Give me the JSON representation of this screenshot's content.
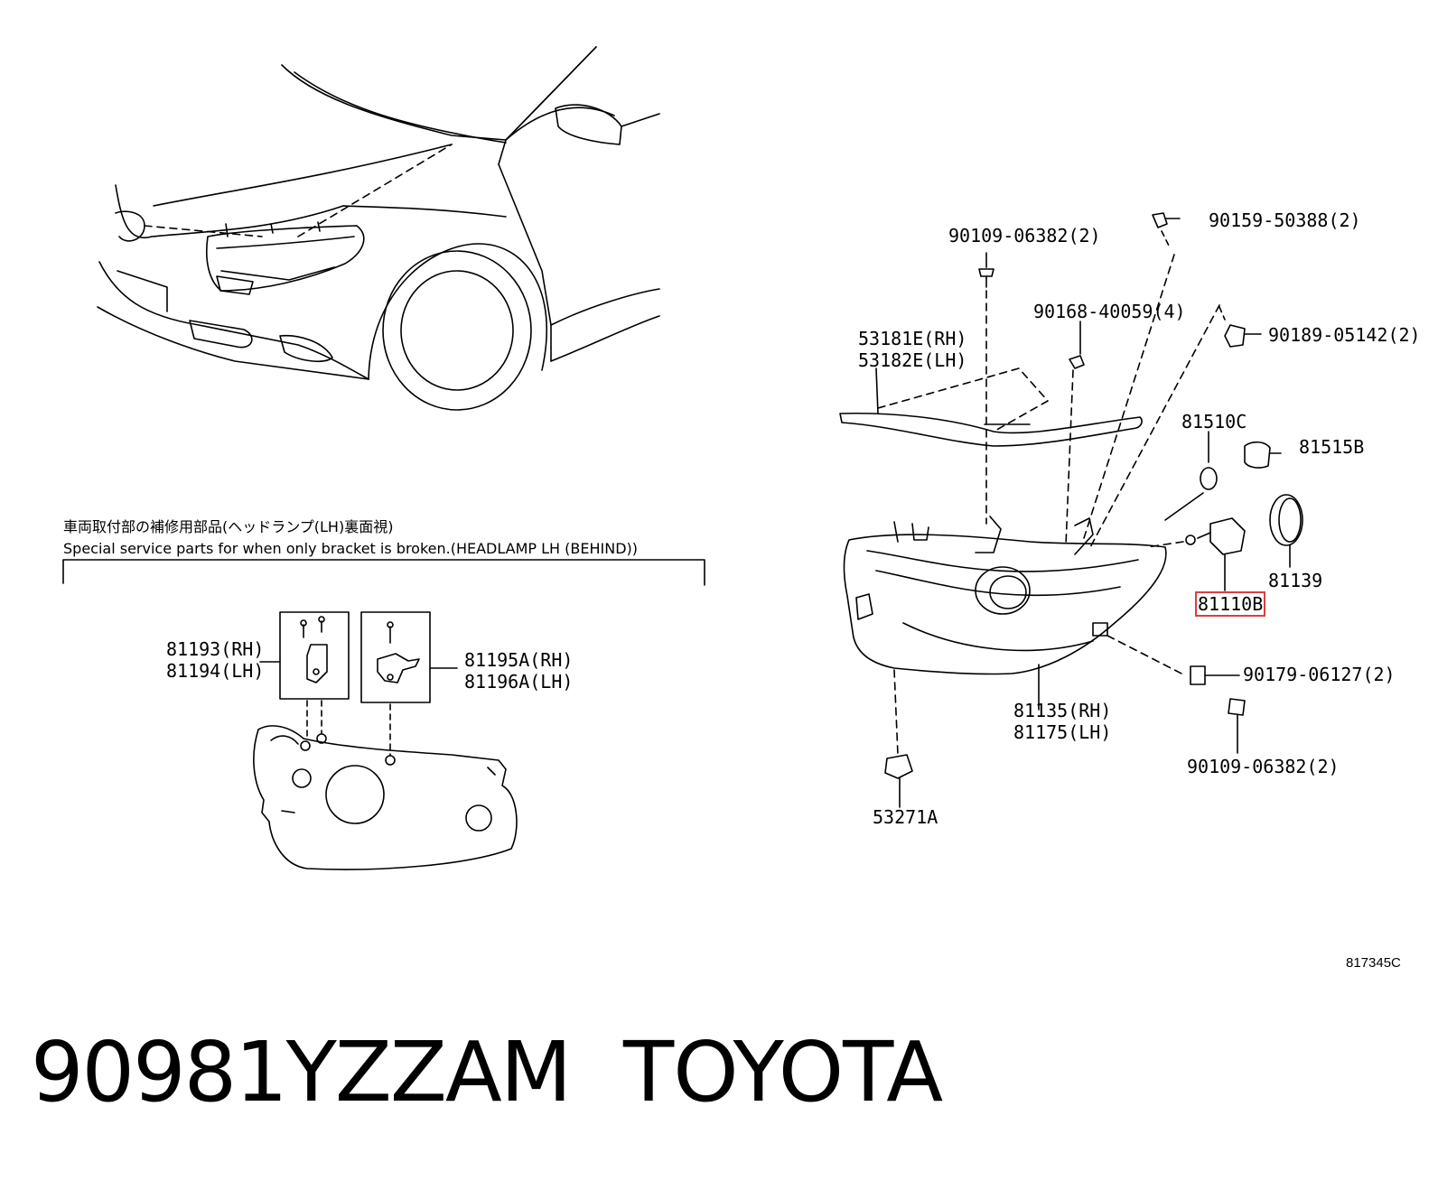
{
  "note": {
    "japanese": "車両取付部の補修用部品(ヘッドランプ(LH)裏面視)",
    "english": "Special service parts for when only bracket is broken.(HEADLAMP LH (BEHIND))"
  },
  "parts": {
    "p90109_top": "90109-06382(2)",
    "p90159": "90159-50388(2)",
    "p90168": "90168-40059(4)",
    "p90189": "90189-05142(2)",
    "p53181": "53181E(RH)",
    "p53182": "53182E(LH)",
    "p81510": "81510C",
    "p81515": "81515B",
    "p81139": "81139",
    "p81110": "81110B",
    "p90179": "90179-06127(2)",
    "p90109_bottom": "90109-06382(2)",
    "p81135": "81135(RH)",
    "p81175": "81175(LH)",
    "p53271": "53271A",
    "p81193": "81193(RH)",
    "p81194": "81194(LH)",
    "p81195": "81195A(RH)",
    "p81196": "81196A(LH)"
  },
  "illustration_id": "817345C",
  "footer": {
    "part_number": "90981YZZAM",
    "brand": "TOYOTA"
  },
  "colors": {
    "line": "#000000",
    "highlight": "#d94040",
    "background": "#ffffff"
  }
}
